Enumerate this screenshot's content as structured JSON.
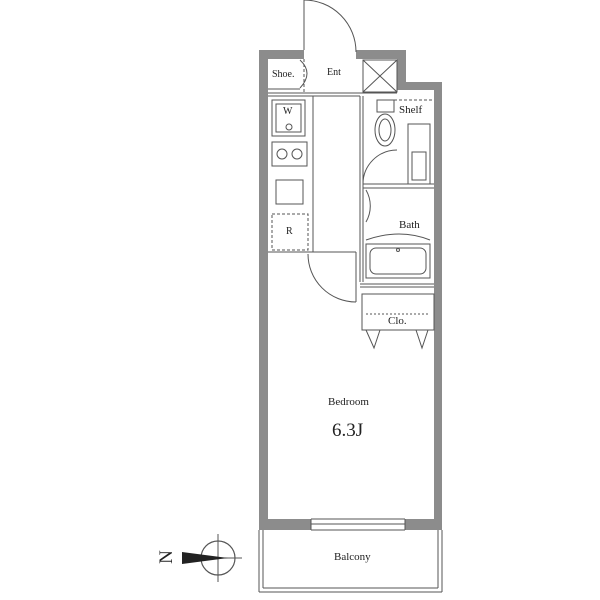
{
  "rooms": {
    "entrance": "Ent",
    "shoe": "Shoe.",
    "washer": "W",
    "shelf": "Shelf",
    "bath": "Bath",
    "refrigerator": "R",
    "closet": "Clo.",
    "bedroom": "Bedroom",
    "bedroom_size": "6.3J",
    "balcony": "Balcony"
  },
  "compass": {
    "north_label": "N"
  },
  "colors": {
    "wall": "#8c8c8c",
    "line": "#555555"
  }
}
